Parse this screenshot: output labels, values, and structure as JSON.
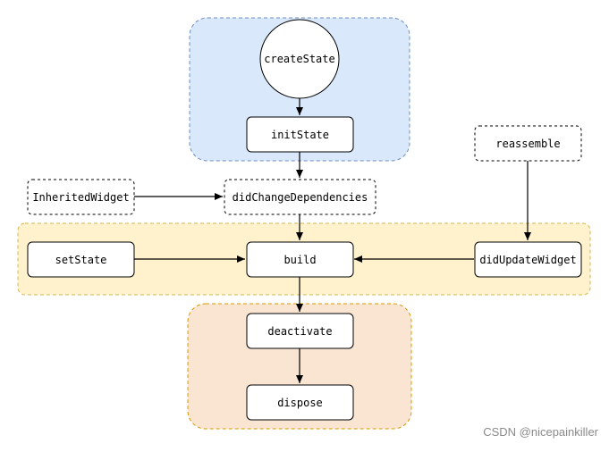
{
  "nodes": {
    "createState": "createState",
    "initState": "initState",
    "didChangeDependencies": "didChangeDependencies",
    "inheritedWidget": "InheritedWidget",
    "reassemble": "reassemble",
    "setState": "setState",
    "build": "build",
    "didUpdateWidget": "didUpdateWidget",
    "deactivate": "deactivate",
    "dispose": "dispose"
  },
  "watermark": "CSDN @nicepainkiller",
  "colors": {
    "create_group_fill": "#dae8fc",
    "create_group_stroke": "#6c8ebf",
    "build_group_fill": "#fff2cc",
    "build_group_stroke": "#d6b656",
    "dispose_group_fill": "#fae5d3",
    "dispose_group_stroke": "#d79b00",
    "node_stroke": "#000000",
    "edge": "#000000"
  }
}
